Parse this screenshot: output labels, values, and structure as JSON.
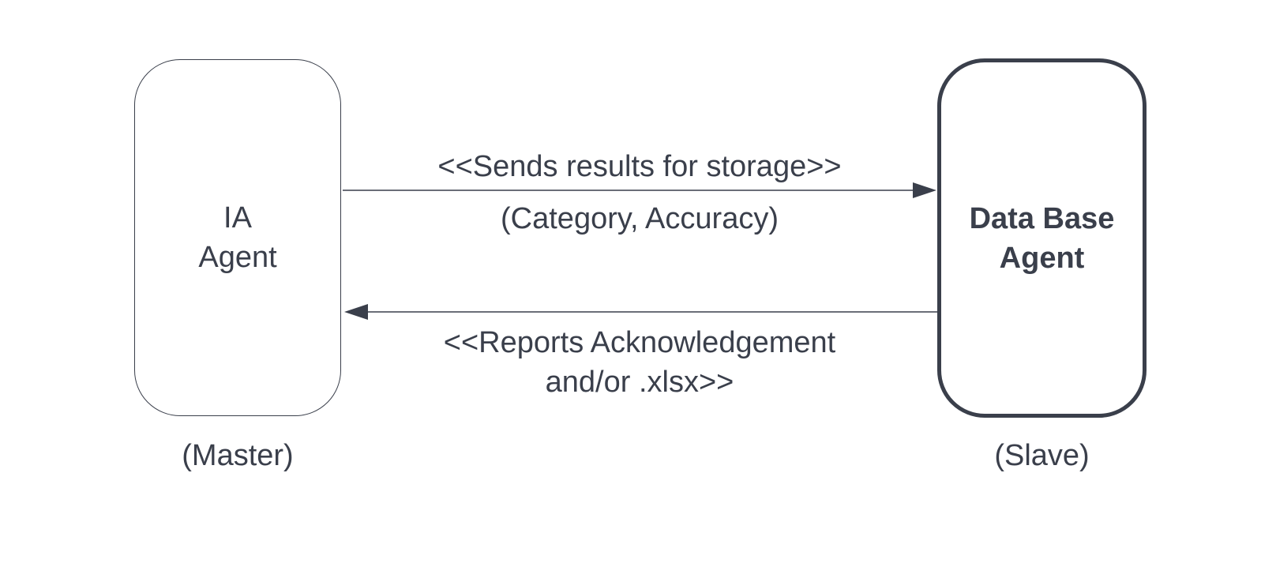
{
  "nodes": {
    "ia_agent": {
      "lines": [
        "IA",
        "Agent"
      ],
      "role": "(Master)"
    },
    "db_agent": {
      "lines": [
        "Data Base",
        "Agent"
      ],
      "role": "(Slave)"
    }
  },
  "edges": {
    "send_results": {
      "label": "<<Sends results for storage>>",
      "sublabel": "(Category, Accuracy)"
    },
    "report_ack": {
      "label_lines": [
        "<<Reports Acknowledgement",
        "and/or .xlsx>>"
      ]
    }
  },
  "colors": {
    "stroke": "#3a3f4b",
    "background": "#ffffff"
  }
}
